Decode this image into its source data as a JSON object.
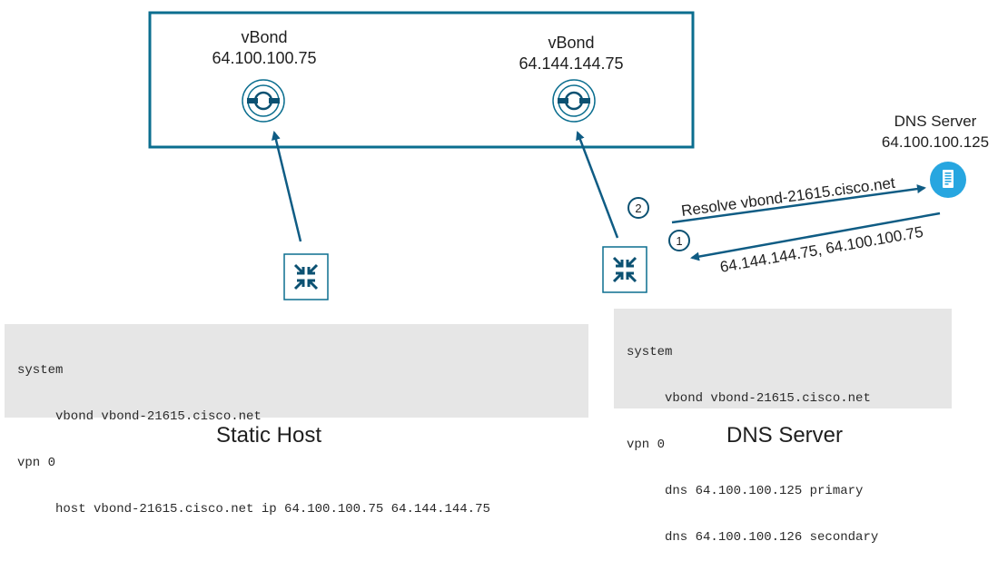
{
  "colors": {
    "accent": "#0b6e8f",
    "arrow": "#0f5c84",
    "dns_icon": "#27a6e0",
    "code_bg": "#e6e6e6"
  },
  "vbonds": [
    {
      "name": "vBond",
      "ip": "64.100.100.75",
      "icon": "vbond-icon"
    },
    {
      "name": "vBond",
      "ip": "64.144.144.75",
      "icon": "vbond-icon"
    }
  ],
  "dns_server": {
    "name": "DNS Server",
    "ip": "64.100.100.125",
    "icon": "dns-server-icon"
  },
  "flows": {
    "resolve_label": "Resolve vbond-21615.cisco.net",
    "response_label": "64.144.144.75, 64.100.100.75",
    "step1": "1",
    "step2": "2"
  },
  "static_config": {
    "lines": [
      "system",
      "     vbond vbond-21615.cisco.net",
      "vpn 0",
      "     host vbond-21615.cisco.net ip 64.100.100.75 64.144.144.75"
    ]
  },
  "dns_config": {
    "lines": [
      "system",
      "     vbond vbond-21615.cisco.net",
      "vpn 0",
      "     dns 64.100.100.125 primary",
      "     dns 64.100.100.126 secondary"
    ]
  },
  "captions": {
    "left": "Static Host",
    "right": "DNS Server"
  }
}
